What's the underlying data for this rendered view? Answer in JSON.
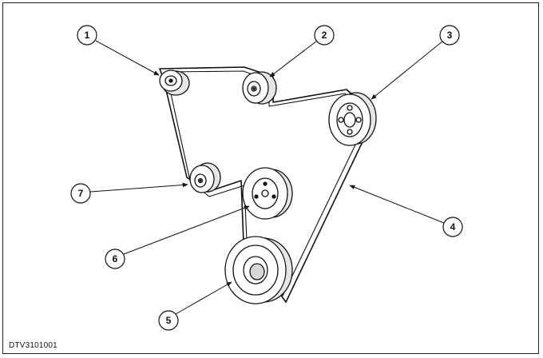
{
  "figure_code": "DTV3101001",
  "callouts": [
    {
      "id": "1",
      "label": "1"
    },
    {
      "id": "2",
      "label": "2"
    },
    {
      "id": "3",
      "label": "3"
    },
    {
      "id": "4",
      "label": "4"
    },
    {
      "id": "5",
      "label": "5"
    },
    {
      "id": "6",
      "label": "6"
    },
    {
      "id": "7",
      "label": "7"
    }
  ],
  "colors": {
    "line": "#111111",
    "pulley_fill": "#ffffff",
    "shade": "#d8d8d8"
  }
}
